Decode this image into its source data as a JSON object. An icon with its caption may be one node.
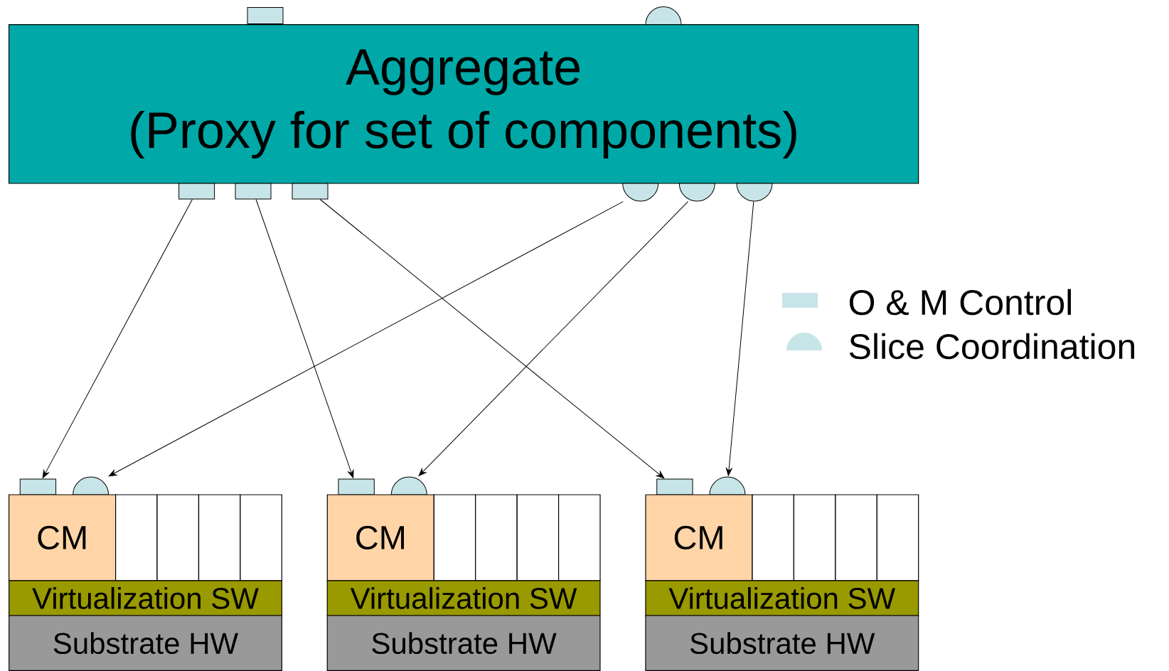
{
  "diagram": {
    "nodes": [
      {
        "text": [],
        "shape": "box"
      },
      {
        "text": [],
        "shape": "semicircle"
      },
      {
        "text": [
          "Aggregate",
          "(Proxy for set of components)"
        ]
      },
      {
        "text": [],
        "shape": "box"
      },
      {
        "text": [],
        "shape": "box"
      },
      {
        "text": [],
        "shape": "box"
      },
      {
        "text": [],
        "shape": "semicircle"
      },
      {
        "text": [],
        "shape": "semicircle"
      },
      {
        "text": [],
        "shape": "semicircle"
      },
      {
        "text": [],
        "shape": "box"
      },
      {
        "text": [],
        "shape": "semicircle"
      },
      {
        "text": [
          "CM"
        ]
      },
      {
        "text": [],
        "shape": "box"
      },
      {
        "text": [],
        "shape": "box"
      },
      {
        "text": [],
        "shape": "box"
      },
      {
        "text": [],
        "shape": "box"
      },
      {
        "text": [
          "Virtualization SW"
        ]
      },
      {
        "text": [
          "Substrate HW"
        ]
      },
      {
        "text": [],
        "shape": "box"
      },
      {
        "text": [],
        "shape": "semicircle"
      },
      {
        "text": [
          "CM"
        ]
      },
      {
        "text": [],
        "shape": "box"
      },
      {
        "text": [],
        "shape": "box"
      },
      {
        "text": [],
        "shape": "box"
      },
      {
        "text": [],
        "shape": "box"
      },
      {
        "text": [
          "Virtualization SW"
        ]
      },
      {
        "text": [
          "Substrate HW"
        ]
      },
      {
        "text": [],
        "shape": "box"
      },
      {
        "text": [],
        "shape": "semicircle"
      },
      {
        "text": [
          "CM"
        ]
      },
      {
        "text": [],
        "shape": "box"
      },
      {
        "text": [],
        "shape": "box"
      },
      {
        "text": [],
        "shape": "box"
      },
      {
        "text": [],
        "shape": "box"
      },
      {
        "text": [
          "Virtualization SW"
        ]
      },
      {
        "text": [
          "Substrate HW"
        ]
      }
    ],
    "edges": [
      {
        "from": 3,
        "to": 9,
        "arrow": "to"
      },
      {
        "from": 4,
        "to": 18,
        "arrow": "to"
      },
      {
        "from": 5,
        "to": 27,
        "arrow": "to"
      },
      {
        "from": 6,
        "to": 10,
        "arrow": "to"
      },
      {
        "from": 7,
        "to": 19,
        "arrow": "to"
      },
      {
        "from": 8,
        "to": 28,
        "arrow": "to"
      }
    ],
    "legend": [
      {
        "text": "O & M Control"
      },
      {
        "text": "Slice Coordination"
      }
    ]
  }
}
